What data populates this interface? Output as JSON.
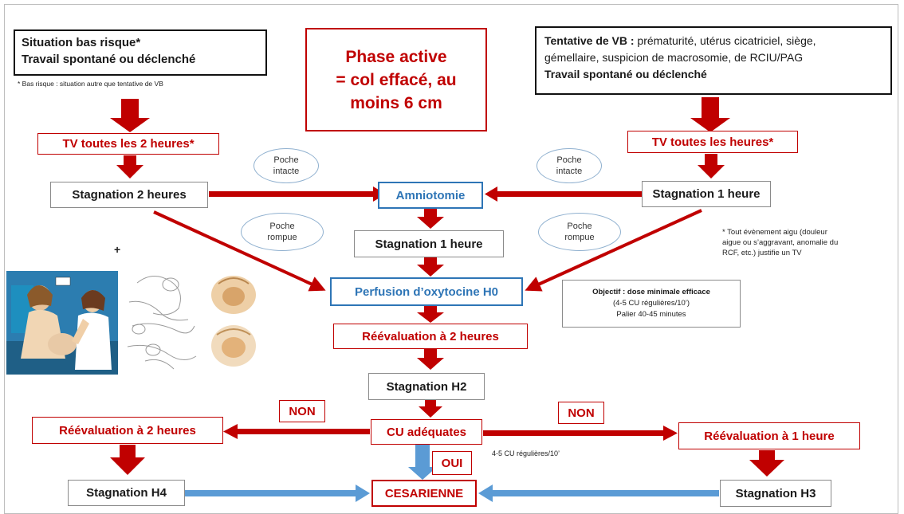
{
  "left_panel": {
    "line1": "Situation bas risque*",
    "line2": "Travail spontané ou déclenché",
    "footnote": "* Bas risque : situation autre que tentative de VB"
  },
  "phase_box": {
    "line1": "Phase active",
    "line2": "= col effacé, au",
    "line3": "moins 6 cm"
  },
  "right_panel": {
    "lead": "Tentative de VB :",
    "rest1": " prématurité, utérus cicatriciel, siège,",
    "line2": "gémellaire, suspicion de macrosomie, de RCIU/PAG",
    "line3": "Travail spontané ou déclenché"
  },
  "nodes": {
    "tv_left": "TV toutes les 2 heures*",
    "tv_right": "TV toutes les heures*",
    "stag_2h": "Stagnation 2 heures",
    "stag_1h_right": "Stagnation 1 heure",
    "amniotomie": "Amniotomie",
    "stag_1h_center": "Stagnation 1 heure",
    "perfusion": "Perfusion d’oxytocine H0",
    "reeval_2h_center": "Réévaluation à 2 heures",
    "stag_h2": "Stagnation H2",
    "cu_adequates": "CU adéquates",
    "reeval_2h_left": "Réévaluation à 2 heures",
    "reeval_1h_right": "Réévaluation à 1 heure",
    "stag_h4": "Stagnation H4",
    "stag_h3": "Stagnation H3",
    "cesarienne": "CESARIENNE",
    "non_left": "NON",
    "non_right": "NON",
    "oui": "OUI"
  },
  "ellipses": {
    "poche_intacte_left": [
      "Poche",
      "intacte"
    ],
    "poche_intacte_right": [
      "Poche",
      "intacte"
    ],
    "poche_rompue_left": [
      "Poche",
      "rompue"
    ],
    "poche_rompue_right": [
      "Poche",
      "rompue"
    ]
  },
  "objectif": {
    "lead": "Objectif :",
    "rest": " dose minimale efficace",
    "line2": "(4-5 CU régulières/10’)",
    "line3": "Palier 40-45 minutes"
  },
  "note_aigu": {
    "line1": "* Tout évènement aigu (douleur",
    "line2": "aigue ou s’aggravant, anomalie du",
    "line3": "RCF, etc.) justifie un TV"
  },
  "cu_note": "4-5 CU régulières/10’",
  "plus_mark": "+",
  "colors": {
    "red": "#c00000",
    "blue": "#2e75b6",
    "light_blue_arrow": "#5b9bd5",
    "gray_border": "#8a8a8a"
  }
}
